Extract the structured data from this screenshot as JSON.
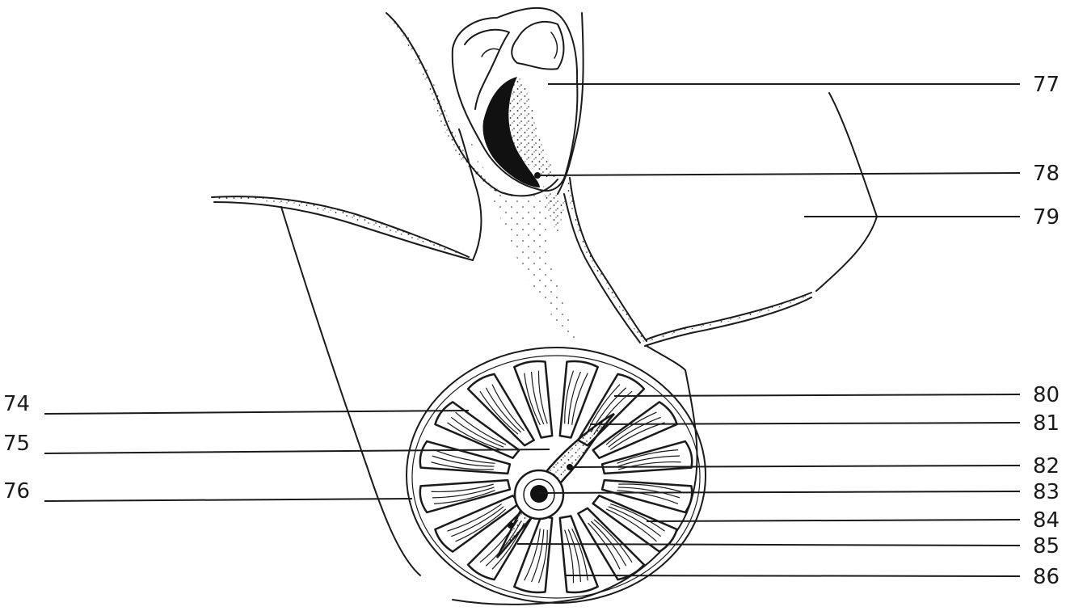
{
  "figure": {
    "labels": [
      {
        "id": "74",
        "text": "74"
      },
      {
        "id": "75",
        "text": "75"
      },
      {
        "id": "76",
        "text": "76"
      },
      {
        "id": "77",
        "text": "77"
      },
      {
        "id": "78",
        "text": "78"
      },
      {
        "id": "79",
        "text": "79"
      },
      {
        "id": "80",
        "text": "80"
      },
      {
        "id": "81",
        "text": "81"
      },
      {
        "id": "82",
        "text": "82"
      },
      {
        "id": "83",
        "text": "83"
      },
      {
        "id": "84",
        "text": "84"
      },
      {
        "id": "85",
        "text": "85"
      },
      {
        "id": "86",
        "text": "86"
      }
    ]
  }
}
